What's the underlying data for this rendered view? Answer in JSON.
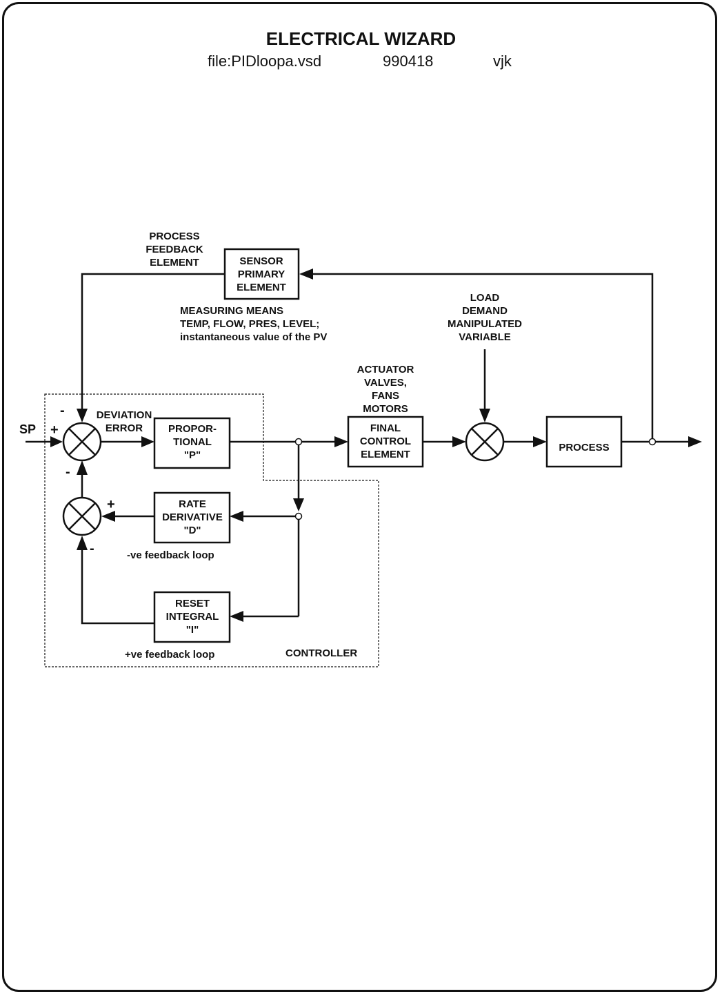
{
  "header": {
    "title": "ELECTRICAL WIZARD",
    "file": "file:PIDloopa.vsd",
    "date": "990418",
    "author": "vjk"
  },
  "blocks": {
    "sensor": [
      "SENSOR",
      "PRIMARY",
      "ELEMENT"
    ],
    "proportional": [
      "PROPOR-",
      "TIONAL",
      "\"P\""
    ],
    "derivative": [
      "RATE",
      "DERIVATIVE",
      "\"D\""
    ],
    "integral": [
      "RESET",
      "INTEGRAL",
      "\"I\""
    ],
    "final_control": [
      "FINAL",
      "CONTROL",
      "ELEMENT"
    ],
    "process": [
      "PROCESS"
    ]
  },
  "labels": {
    "process_feedback": [
      "PROCESS",
      "FEEDBACK",
      "ELEMENT"
    ],
    "measuring": [
      "MEASURING MEANS",
      "TEMP, FLOW, PRES, LEVEL;",
      "instantaneous value of the PV"
    ],
    "load_demand": [
      "LOAD",
      "DEMAND",
      "MANIPULATED",
      "VARIABLE"
    ],
    "actuator": [
      "ACTUATOR",
      "VALVES,",
      "FANS",
      "MOTORS"
    ],
    "deviation": [
      "DEVIATION",
      "ERROR"
    ],
    "sp": "SP",
    "neg_feedback": "-ve feedback loop",
    "pos_feedback": "+ve feedback loop",
    "controller": "CONTROLLER"
  },
  "signs": {
    "sum1_top": "-",
    "sum1_left": "+",
    "sum1_bottom": "-",
    "sum2_right": "+",
    "sum2_bottom": "-"
  }
}
